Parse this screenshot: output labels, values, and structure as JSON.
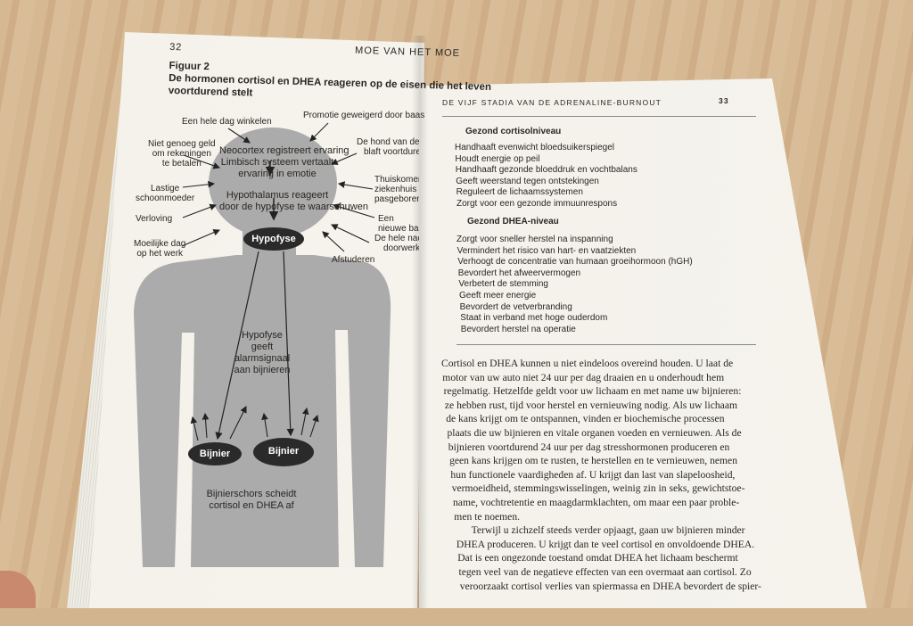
{
  "left_page": {
    "page_number": "32",
    "running_head": "MOE VAN HET MOE",
    "figure_caption": [
      "Figuur 2",
      "De hormonen cortisol en DHEA reageren op de eisen die het leven",
      "voortdurend stelt"
    ],
    "labels": {
      "winkelen": "Een hele dag winkelen",
      "promotie": "Promotie geweigerd door baas",
      "geld": [
        "Niet genoeg geld",
        "om rekeningen",
        "te betalen"
      ],
      "hond": [
        "De hond van de buren",
        "blaft voortdurend"
      ],
      "schoonmoeder": [
        "Lastige",
        "schoonmoeder"
      ],
      "thuiskomen": [
        "Thuiskomen met",
        "ziekenhuis",
        "pasgeboren baby"
      ],
      "verloving": "Verloving",
      "nieuwe_baan": [
        "Een",
        "nieuwe baan"
      ],
      "werkdag": [
        "Moeilijke dag",
        "op het werk"
      ],
      "nacht": [
        "De hele nacht",
        "doorwerken"
      ],
      "afstuderen": "Afstuderen"
    },
    "brain_text": [
      "Neocortex registreert ervaring",
      "Limbisch systeem vertaalt",
      "ervaring in emotie"
    ],
    "hypothalamus_text": [
      "Hypothalamus reageert",
      "door de hypofyse te waarschuwen"
    ],
    "hypofyse_label": "Hypofyse",
    "signal_text": [
      "Hypofyse",
      "geeft",
      "alarmsignaal",
      "aan bijnieren"
    ],
    "bijnier_left": "Bijnier",
    "bijnier_right": "Bijnier",
    "bottom_text": [
      "Bijnierschors scheidt",
      "cortisol en DHEA af"
    ]
  },
  "right_page": {
    "running_head": "DE VIJF STADIA VAN DE ADRENALINE-BURNOUT",
    "page_number": "33",
    "section1_title": "Gezond cortisolniveau",
    "section1_items": [
      "Handhaaft evenwicht bloedsuikerspiegel",
      "Houdt energie op peil",
      "Handhaaft gezonde bloeddruk en vochtbalans",
      "Geeft weerstand tegen ontstekingen",
      "Reguleert de lichaamssystemen",
      "Zorgt voor een gezonde immuunrespons"
    ],
    "section2_title": "Gezond DHEA-niveau",
    "section2_items": [
      "Zorgt voor sneller herstel na inspanning",
      "Vermindert het risico van hart- en vaatziekten",
      "Verhoogt de concentratie van humaan groeihormoon (hGH)",
      "Bevordert het afweervermogen",
      "Verbetert de stemming",
      "Geeft meer energie",
      "Bevordert de vetverbranding",
      "Staat in verband met hoge ouderdom",
      "Bevordert herstel na operatie"
    ],
    "body_lines": [
      "Cortisol en DHEA kunnen u niet eindeloos overeind houden. U laat de",
      "motor van uw auto niet 24 uur per dag draaien en u onderhoudt hem",
      "regelmatig. Hetzelfde geldt voor uw lichaam en met name uw bijnieren:",
      "ze hebben rust, tijd voor herstel en vernieuwing nodig. Als uw lichaam",
      "de kans krijgt om te ontspannen, vinden er biochemische processen",
      "plaats die uw bijnieren en vitale organen voeden en vernieuwen. Als de",
      "bijnieren voortdurend 24 uur per dag stresshormonen produceren en",
      "geen kans krijgen om te rusten, te herstellen en te vernieuwen, nemen",
      "hun functionele vaardigheden af. U krijgt dan last van slapeloosheid,",
      "vermoeidheid, stemmingswisselingen, weinig zin in seks, gewichtstoe-",
      "name, vochtretentie en maagdarmklachten, om maar een paar proble-",
      "men te noemen.",
      "Terwijl u zichzelf steeds verder opjaagt, gaan uw bijnieren minder",
      "DHEA produceren. U krijgt dan te veel cortisol en onvoldoende DHEA.",
      "Dat is een ongezonde toestand omdat DHEA het lichaam beschermt",
      "tegen veel van de negatieve effecten van een overmaat aan cortisol. Zo",
      "veroorzaakt cortisol verlies van spiermassa en DHEA bevordert de spier-"
    ]
  }
}
